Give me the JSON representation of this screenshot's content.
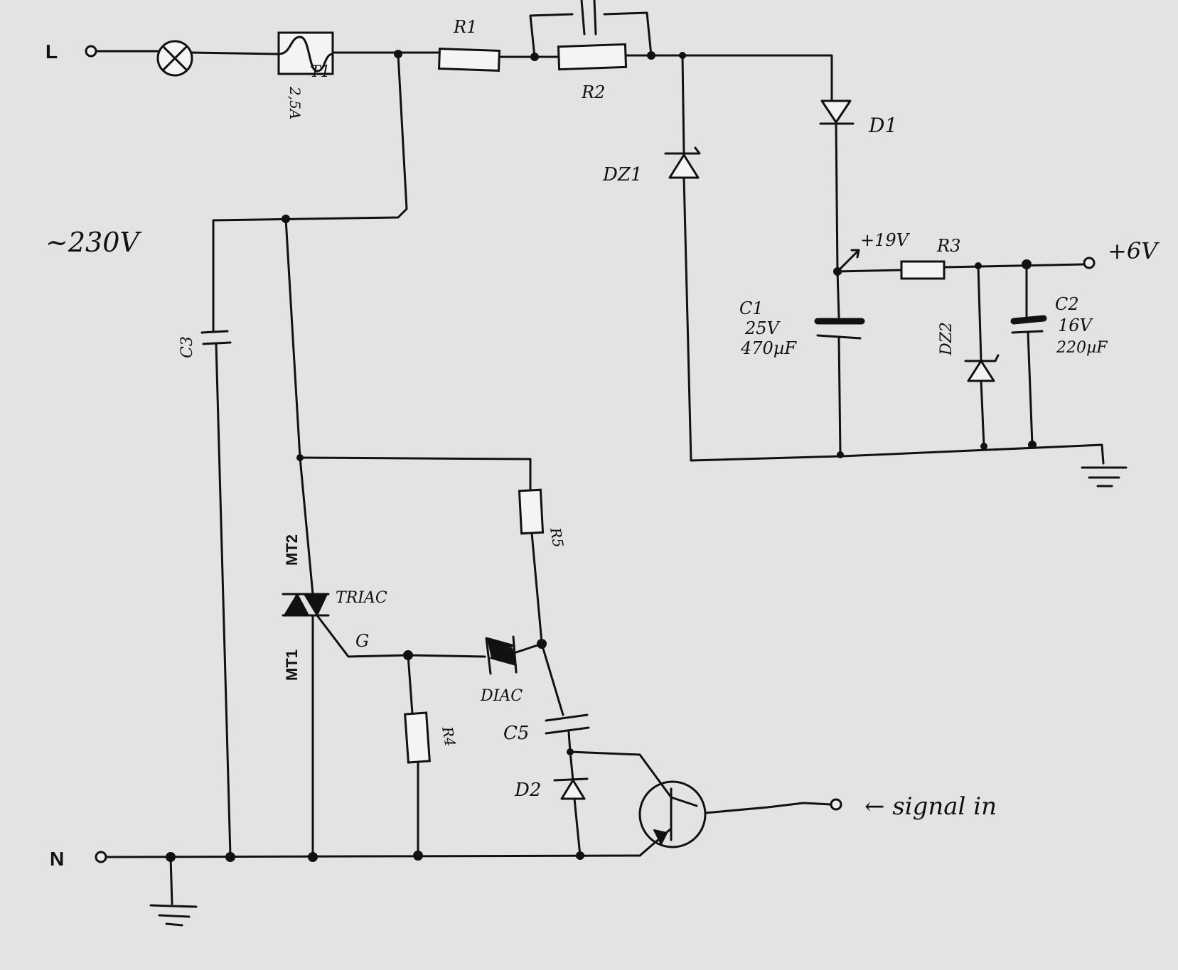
{
  "terminals": {
    "line": "L",
    "neutral": "N",
    "out_pos": "+6V"
  },
  "supply": "~230V",
  "fuse": {
    "rating": "2,5A",
    "type": "T1"
  },
  "resistors": {
    "r1": "R1",
    "r2": "R2",
    "r3": "R3",
    "r4": "R4",
    "r5": "R5"
  },
  "diodes": {
    "d1": "D1",
    "d2": "D2",
    "dz1": "DZ1",
    "dz2": "DZ2"
  },
  "capacitors": {
    "c1": {
      "name": "C1",
      "voltage": "25V",
      "capacitance": "470µF"
    },
    "c2": {
      "name": "C2",
      "voltage": "16V",
      "capacitance": "220µF"
    },
    "c3": "C3",
    "c5": "C5"
  },
  "node_voltage": "+19V",
  "triac": {
    "label": "TRIAC",
    "mt2": "MT2",
    "mt1": "MT1",
    "gate": "G"
  },
  "diac": "DIAC",
  "signal_in": "← signal in"
}
